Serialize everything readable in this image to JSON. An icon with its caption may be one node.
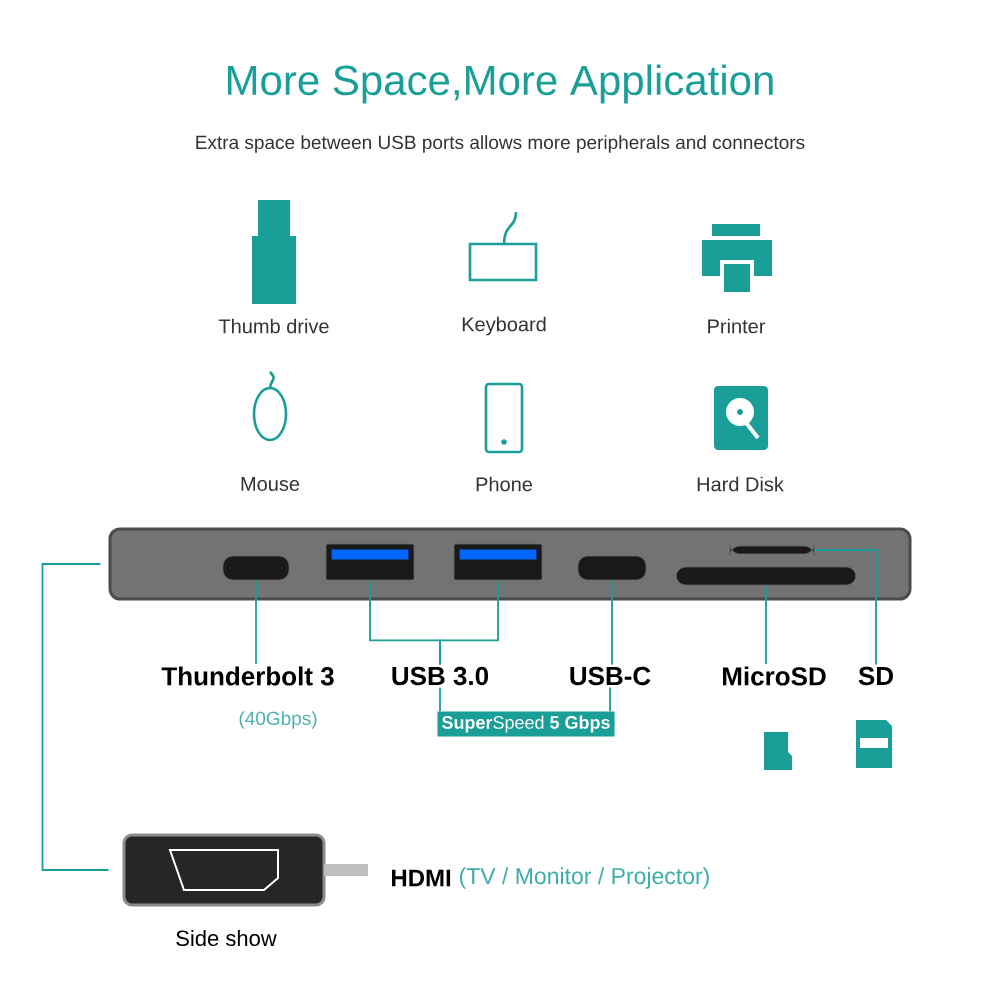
{
  "diagram": {
    "title": "More Space,More Application",
    "nodes": [
      {
        "text": [],
        "shape": "picture"
      },
      {
        "text": [],
        "shape": "box",
        "in": 0
      },
      {
        "text": [],
        "shape": "box",
        "in": 0
      },
      {
        "text": [],
        "shape": "box",
        "in": 0
      },
      {
        "text": [],
        "shape": "box",
        "in": 0
      },
      {
        "text": [],
        "shape": "box",
        "in": 0
      },
      {
        "text": [],
        "shape": "box",
        "in": 0
      },
      {
        "text": [
          "Thunderbolt 3"
        ],
        "beside": [
          "(40Gbps)"
        ]
      },
      {
        "text": [
          "USB 3.0"
        ]
      },
      {
        "text": [
          "USB-C"
        ]
      },
      {
        "text": [
          "MicroSD"
        ]
      },
      {
        "text": [
          "SD"
        ]
      },
      {
        "text": [
          "**Super**Speed **5 Gbps**"
        ]
      },
      {
        "text": [],
        "shape": "picture",
        "beside": [
          "Side show",
          "HDMI",
          "(TV / Monitor / Projector)"
        ]
      }
    ],
    "edges": [
      {
        "from": 1,
        "to": 7,
        "arrow": "none"
      },
      {
        "from": 2,
        "to": 8,
        "arrow": "none"
      },
      {
        "from": 3,
        "to": 8,
        "arrow": "none"
      },
      {
        "from": 4,
        "to": 9,
        "arrow": "none"
      },
      {
        "from": 5,
        "to": 10,
        "arrow": "none"
      },
      {
        "from": 6,
        "to": 11,
        "arrow": "none"
      },
      {
        "from": 8,
        "to": 12,
        "arrow": "none"
      },
      {
        "from": 9,
        "to": 12,
        "arrow": "none"
      },
      {
        "from": 0,
        "to": 13,
        "arrow": "none"
      }
    ],
    "labels": [
      "Extra space between USB ports allows more peripherals and connectors",
      "Thumb drive",
      "Keyboard",
      "Printer",
      "Mouse",
      "Phone",
      "Hard Disk"
    ]
  }
}
